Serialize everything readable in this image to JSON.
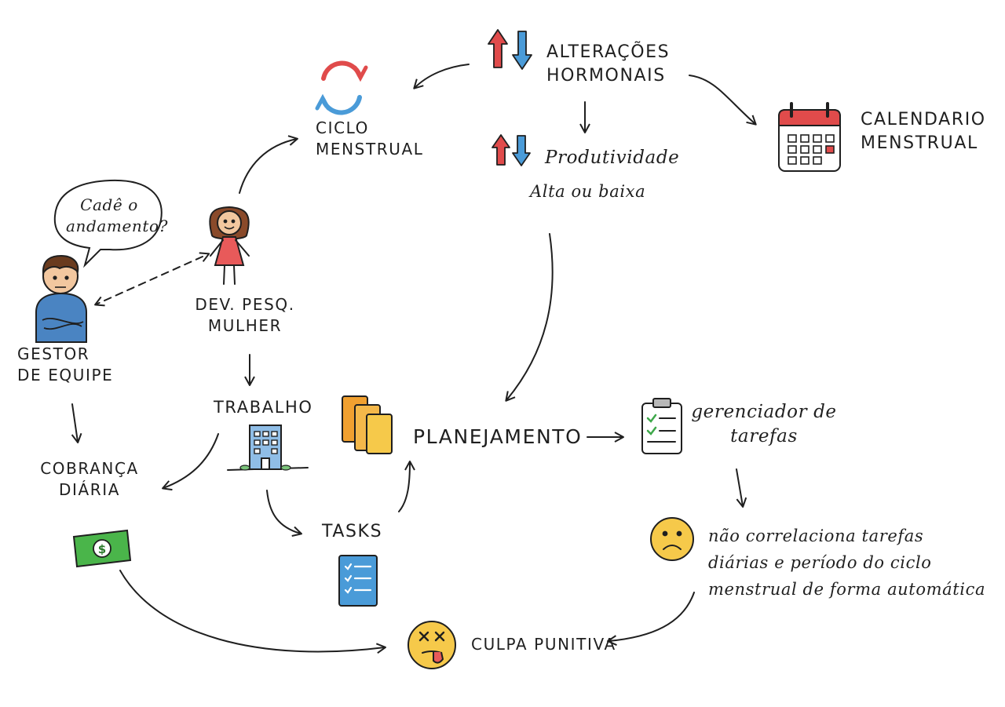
{
  "nodes": {
    "ciclo": "CICLO\nMENSTRUAL",
    "alteracoes": "ALTERAÇÕES\nHORMONAIS",
    "produtividade_title": "Produtividade",
    "produtividade_sub": "Alta ou baixa",
    "calendario": "CALENDARIO\nMENSTRUAL",
    "speech": "Cadê o\nandamento?",
    "dev": "DEV. PESQ.\nMULHER",
    "gestor": "GESTOR\nDE EQUIPE",
    "trabalho": "TRABALHO",
    "planejamento": "PLANEJAMENTO",
    "gerenciador": "gerenciador de\ntarefas",
    "cobranca": "COBRANÇA\nDIÁRIA",
    "tasks": "TASKS",
    "nao_correlaciona": "não correlaciona tarefas\ndiárias e período do ciclo\nmenstrual de forma automática",
    "culpa": "CULPA PUNITIVA"
  },
  "icons": [
    "cycle-arrows-icon",
    "up-down-arrows-icon",
    "calendar-icon",
    "speech-bubble-icon",
    "woman-icon",
    "man-arms-crossed-icon",
    "building-icon",
    "documents-icon",
    "clipboard-checklist-icon",
    "money-bill-icon",
    "task-list-icon",
    "sad-face-icon",
    "dizzy-face-icon"
  ],
  "colors": {
    "ink": "#1f1f1f",
    "red": "#e04b4b",
    "blue": "#4a9bd8",
    "orange": "#f0a030",
    "yellow": "#f6c94a",
    "green": "#4ab54a",
    "skin": "#f2c79f",
    "shirt": "#4a84c2",
    "dress": "#e85a5a"
  }
}
